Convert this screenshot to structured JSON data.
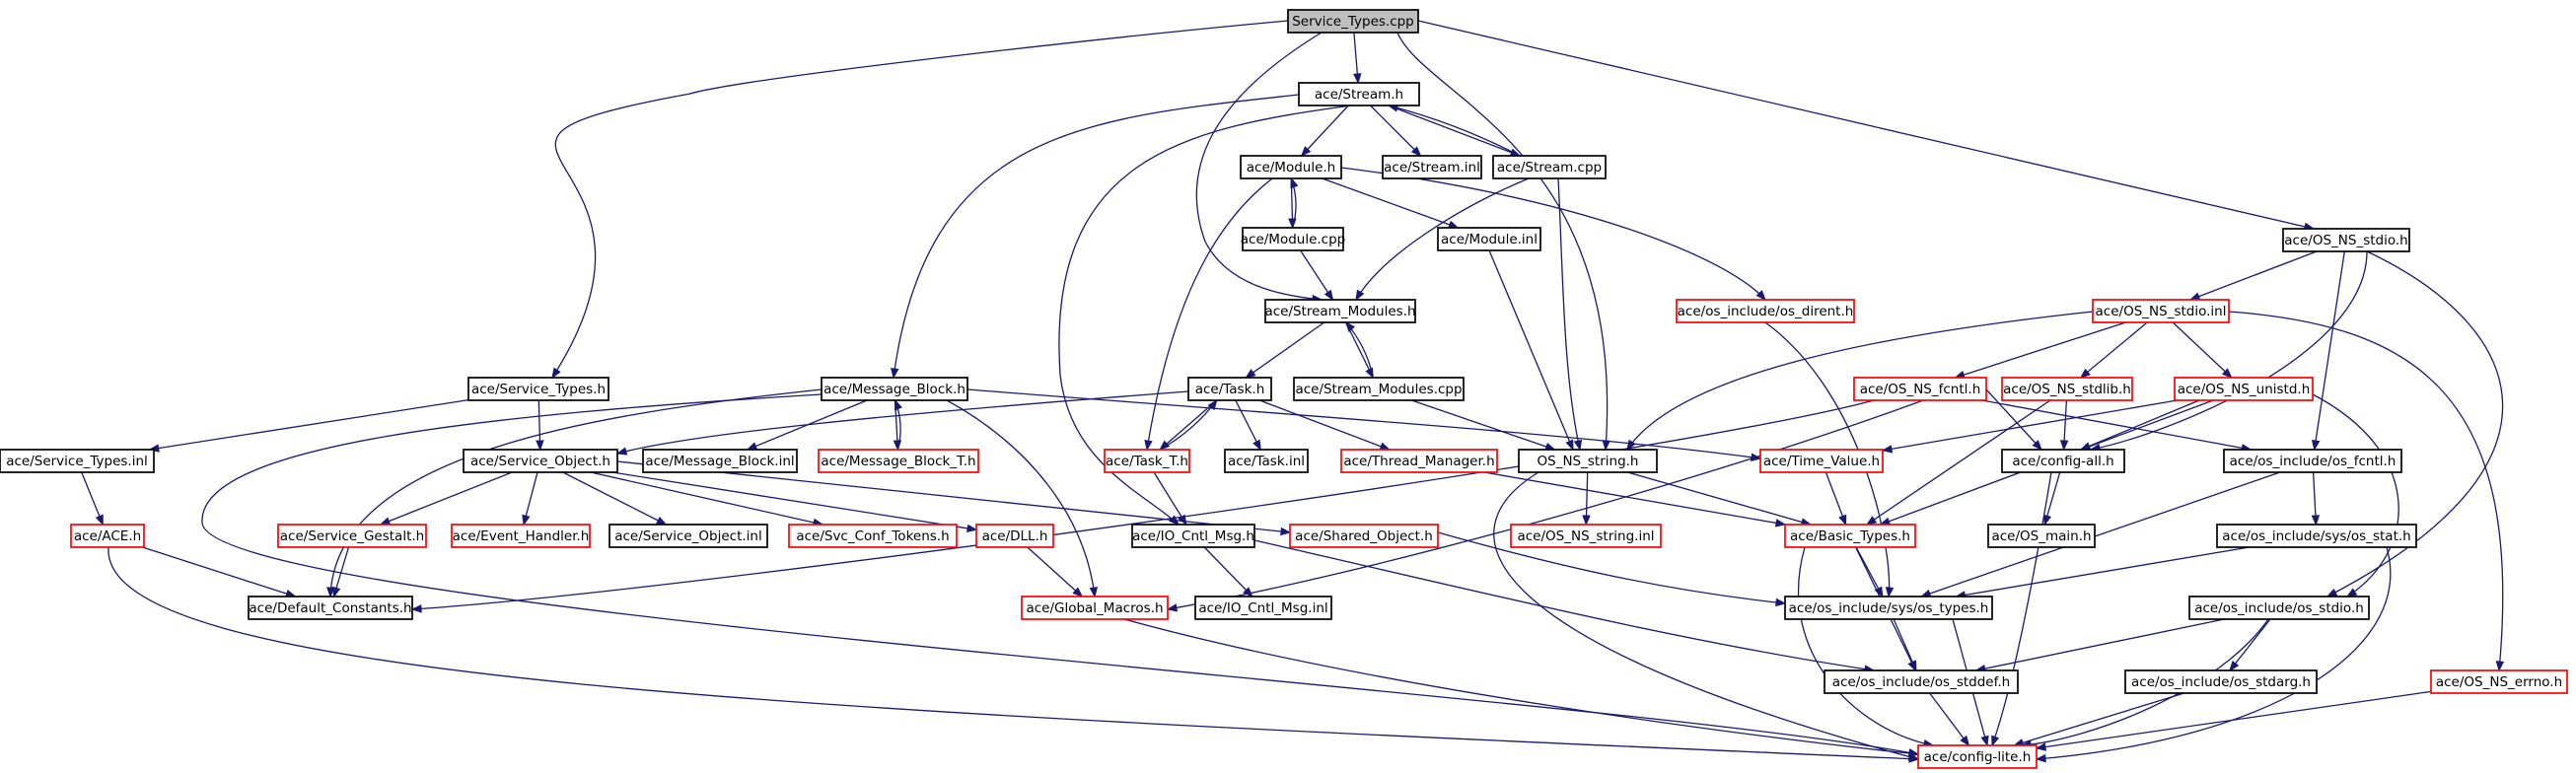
{
  "graph": {
    "root": "Service_Types.cpp",
    "nodes": [
      {
        "id": "root",
        "label": "Service_Types.cpp",
        "kind": "root"
      },
      {
        "id": "stream_h",
        "label": "ace/Stream.h",
        "kind": "normal"
      },
      {
        "id": "module_h",
        "label": "ace/Module.h",
        "kind": "normal"
      },
      {
        "id": "stream_inl",
        "label": "ace/Stream.inl",
        "kind": "normal"
      },
      {
        "id": "stream_cpp",
        "label": "ace/Stream.cpp",
        "kind": "normal"
      },
      {
        "id": "module_cpp",
        "label": "ace/Module.cpp",
        "kind": "normal"
      },
      {
        "id": "module_inl",
        "label": "ace/Module.inl",
        "kind": "normal"
      },
      {
        "id": "dirent",
        "label": "ace/os_include/os_dirent.h",
        "kind": "truncated"
      },
      {
        "id": "os_ns_stdio_h",
        "label": "ace/OS_NS_stdio.h",
        "kind": "normal"
      },
      {
        "id": "os_ns_stdio_inl",
        "label": "ace/OS_NS_stdio.inl",
        "kind": "truncated"
      },
      {
        "id": "stream_modules_h",
        "label": "ace/Stream_Modules.h",
        "kind": "normal"
      },
      {
        "id": "service_types_h",
        "label": "ace/Service_Types.h",
        "kind": "normal"
      },
      {
        "id": "message_block_h",
        "label": "ace/Message_Block.h",
        "kind": "normal"
      },
      {
        "id": "task_h",
        "label": "ace/Task.h",
        "kind": "normal"
      },
      {
        "id": "stream_modules_cpp",
        "label": "ace/Stream_Modules.cpp",
        "kind": "normal"
      },
      {
        "id": "os_ns_fcntl_h",
        "label": "ace/OS_NS_fcntl.h",
        "kind": "truncated"
      },
      {
        "id": "os_ns_stdlib_h",
        "label": "ace/OS_NS_stdlib.h",
        "kind": "truncated"
      },
      {
        "id": "os_ns_unistd_h",
        "label": "ace/OS_NS_unistd.h",
        "kind": "truncated"
      },
      {
        "id": "service_types_inl",
        "label": "ace/Service_Types.inl",
        "kind": "normal"
      },
      {
        "id": "service_object_h",
        "label": "ace/Service_Object.h",
        "kind": "normal"
      },
      {
        "id": "message_block_inl",
        "label": "ace/Message_Block.inl",
        "kind": "normal"
      },
      {
        "id": "message_block_t_h",
        "label": "ace/Message_Block_T.h",
        "kind": "truncated"
      },
      {
        "id": "task_t_h",
        "label": "ace/Task_T.h",
        "kind": "truncated"
      },
      {
        "id": "task_inl",
        "label": "ace/Task.inl",
        "kind": "normal"
      },
      {
        "id": "thread_manager_h",
        "label": "ace/Thread_Manager.h",
        "kind": "truncated"
      },
      {
        "id": "os_ns_string_h",
        "label": "OS_NS_string.h",
        "kind": "normal"
      },
      {
        "id": "time_value_h",
        "label": "ace/Time_Value.h",
        "kind": "truncated"
      },
      {
        "id": "config_all_h",
        "label": "ace/config-all.h",
        "kind": "normal"
      },
      {
        "id": "os_fcntl_h",
        "label": "ace/os_include/os_fcntl.h",
        "kind": "normal"
      },
      {
        "id": "ace_h",
        "label": "ace/ACE.h",
        "kind": "truncated"
      },
      {
        "id": "service_gestalt_h",
        "label": "ace/Service_Gestalt.h",
        "kind": "truncated"
      },
      {
        "id": "event_handler_h",
        "label": "ace/Event_Handler.h",
        "kind": "truncated"
      },
      {
        "id": "service_object_inl",
        "label": "ace/Service_Object.inl",
        "kind": "normal"
      },
      {
        "id": "svc_conf_tokens_h",
        "label": "ace/Svc_Conf_Tokens.h",
        "kind": "truncated"
      },
      {
        "id": "dll_h",
        "label": "ace/DLL.h",
        "kind": "truncated"
      },
      {
        "id": "io_cntl_msg_h",
        "label": "ace/IO_Cntl_Msg.h",
        "kind": "normal"
      },
      {
        "id": "shared_object_h",
        "label": "ace/Shared_Object.h",
        "kind": "truncated"
      },
      {
        "id": "os_ns_string_inl",
        "label": "ace/OS_NS_string.inl",
        "kind": "truncated"
      },
      {
        "id": "basic_types_h",
        "label": "ace/Basic_Types.h",
        "kind": "truncated"
      },
      {
        "id": "os_main_h",
        "label": "ace/OS_main.h",
        "kind": "normal"
      },
      {
        "id": "sys_os_stat_h",
        "label": "ace/os_include/sys/os_stat.h",
        "kind": "normal"
      },
      {
        "id": "default_constants_h",
        "label": "ace/Default_Constants.h",
        "kind": "normal"
      },
      {
        "id": "global_macros_h",
        "label": "ace/Global_Macros.h",
        "kind": "truncated"
      },
      {
        "id": "io_cntl_msg_inl",
        "label": "ace/IO_Cntl_Msg.inl",
        "kind": "normal"
      },
      {
        "id": "sys_os_types_h",
        "label": "ace/os_include/sys/os_types.h",
        "kind": "normal"
      },
      {
        "id": "os_stdio_h",
        "label": "ace/os_include/os_stdio.h",
        "kind": "normal"
      },
      {
        "id": "os_stddef_h",
        "label": "ace/os_include/os_stddef.h",
        "kind": "normal"
      },
      {
        "id": "os_stdarg_h",
        "label": "ace/os_include/os_stdarg.h",
        "kind": "normal"
      },
      {
        "id": "os_ns_errno_h",
        "label": "ace/OS_NS_errno.h",
        "kind": "truncated"
      },
      {
        "id": "config_lite_h",
        "label": "ace/config-lite.h",
        "kind": "truncated"
      }
    ],
    "edges": [
      [
        "root",
        "stream_h"
      ],
      [
        "root",
        "service_types_h"
      ],
      [
        "root",
        "stream_modules_h"
      ],
      [
        "root",
        "os_ns_string_h"
      ],
      [
        "root",
        "os_ns_stdio_h"
      ],
      [
        "stream_h",
        "module_h"
      ],
      [
        "stream_h",
        "stream_inl"
      ],
      [
        "stream_h",
        "stream_cpp"
      ],
      [
        "stream_h",
        "message_block_h"
      ],
      [
        "stream_h",
        "io_cntl_msg_h"
      ],
      [
        "stream_cpp",
        "stream_h"
      ],
      [
        "stream_cpp",
        "stream_modules_h"
      ],
      [
        "stream_cpp",
        "os_ns_string_h"
      ],
      [
        "module_h",
        "module_cpp"
      ],
      [
        "module_h",
        "module_inl"
      ],
      [
        "module_h",
        "dirent"
      ],
      [
        "module_h",
        "task_t_h"
      ],
      [
        "module_cpp",
        "module_h"
      ],
      [
        "module_cpp",
        "stream_modules_h"
      ],
      [
        "module_inl",
        "os_ns_string_h"
      ],
      [
        "dirent",
        "sys_os_types_h"
      ],
      [
        "stream_modules_h",
        "task_h"
      ],
      [
        "stream_modules_h",
        "stream_modules_cpp"
      ],
      [
        "stream_modules_cpp",
        "stream_modules_h"
      ],
      [
        "stream_modules_cpp",
        "os_ns_string_h"
      ],
      [
        "service_types_h",
        "service_types_inl"
      ],
      [
        "service_types_h",
        "service_object_h"
      ],
      [
        "service_types_inl",
        "ace_h"
      ],
      [
        "message_block_h",
        "message_block_inl"
      ],
      [
        "message_block_h",
        "message_block_t_h"
      ],
      [
        "message_block_h",
        "time_value_h"
      ],
      [
        "message_block_h",
        "default_constants_h"
      ],
      [
        "message_block_h",
        "global_macros_h"
      ],
      [
        "message_block_h",
        "config_lite_h"
      ],
      [
        "message_block_t_h",
        "message_block_h"
      ],
      [
        "task_h",
        "service_object_h"
      ],
      [
        "task_h",
        "task_t_h"
      ],
      [
        "task_h",
        "task_inl"
      ],
      [
        "task_h",
        "thread_manager_h"
      ],
      [
        "task_t_h",
        "task_h"
      ],
      [
        "task_t_h",
        "io_cntl_msg_h"
      ],
      [
        "thread_manager_h",
        "basic_types_h"
      ],
      [
        "os_ns_string_h",
        "os_ns_string_inl"
      ],
      [
        "os_ns_string_h",
        "basic_types_h"
      ],
      [
        "os_ns_string_h",
        "config_lite_h"
      ],
      [
        "os_ns_stdio_h",
        "os_ns_stdio_inl"
      ],
      [
        "os_ns_stdio_h",
        "config_all_h"
      ],
      [
        "os_ns_stdio_h",
        "os_fcntl_h"
      ],
      [
        "os_ns_stdio_h",
        "os_stdio_h"
      ],
      [
        "os_ns_stdio_inl",
        "os_ns_fcntl_h"
      ],
      [
        "os_ns_stdio_inl",
        "os_ns_stdlib_h"
      ],
      [
        "os_ns_stdio_inl",
        "os_ns_unistd_h"
      ],
      [
        "os_ns_stdio_inl",
        "os_ns_errno_h"
      ],
      [
        "os_ns_stdio_inl",
        "os_ns_string_h"
      ],
      [
        "os_ns_fcntl_h",
        "os_fcntl_h"
      ],
      [
        "os_ns_fcntl_h",
        "config_all_h"
      ],
      [
        "os_ns_fcntl_h",
        "global_macros_h"
      ],
      [
        "os_ns_fcntl_h",
        "default_constants_h"
      ],
      [
        "os_ns_stdlib_h",
        "config_all_h"
      ],
      [
        "os_ns_stdlib_h",
        "basic_types_h"
      ],
      [
        "os_ns_unistd_h",
        "time_value_h"
      ],
      [
        "os_ns_unistd_h",
        "config_all_h"
      ],
      [
        "os_ns_unistd_h",
        "basic_types_h"
      ],
      [
        "os_ns_unistd_h",
        "os_stdio_h"
      ],
      [
        "service_object_h",
        "service_gestalt_h"
      ],
      [
        "service_object_h",
        "event_handler_h"
      ],
      [
        "service_object_h",
        "service_object_inl"
      ],
      [
        "service_object_h",
        "svc_conf_tokens_h"
      ],
      [
        "service_object_h",
        "dll_h"
      ],
      [
        "service_object_h",
        "shared_object_h"
      ],
      [
        "service_gestalt_h",
        "default_constants_h"
      ],
      [
        "ace_h",
        "default_constants_h"
      ],
      [
        "ace_h",
        "config_lite_h"
      ],
      [
        "dll_h",
        "global_macros_h"
      ],
      [
        "shared_object_h",
        "sys_os_types_h"
      ],
      [
        "io_cntl_msg_h",
        "io_cntl_msg_inl"
      ],
      [
        "io_cntl_msg_h",
        "os_stddef_h"
      ],
      [
        "time_value_h",
        "basic_types_h"
      ],
      [
        "basic_types_h",
        "sys_os_types_h"
      ],
      [
        "basic_types_h",
        "os_stddef_h"
      ],
      [
        "basic_types_h",
        "config_lite_h"
      ],
      [
        "config_all_h",
        "os_main_h"
      ],
      [
        "config_all_h",
        "config_lite_h"
      ],
      [
        "os_fcntl_h",
        "sys_os_stat_h"
      ],
      [
        "os_fcntl_h",
        "sys_os_types_h"
      ],
      [
        "sys_os_stat_h",
        "sys_os_types_h"
      ],
      [
        "sys_os_stat_h",
        "config_lite_h"
      ],
      [
        "global_macros_h",
        "config_lite_h"
      ],
      [
        "sys_os_types_h",
        "os_stddef_h"
      ],
      [
        "sys_os_types_h",
        "config_lite_h"
      ],
      [
        "os_stdio_h",
        "os_stddef_h"
      ],
      [
        "os_stdio_h",
        "os_stdarg_h"
      ],
      [
        "os_stdio_h",
        "config_lite_h"
      ],
      [
        "os_stddef_h",
        "config_lite_h"
      ],
      [
        "os_stdarg_h",
        "config_lite_h"
      ],
      [
        "os_ns_errno_h",
        "config_lite_h"
      ]
    ]
  }
}
